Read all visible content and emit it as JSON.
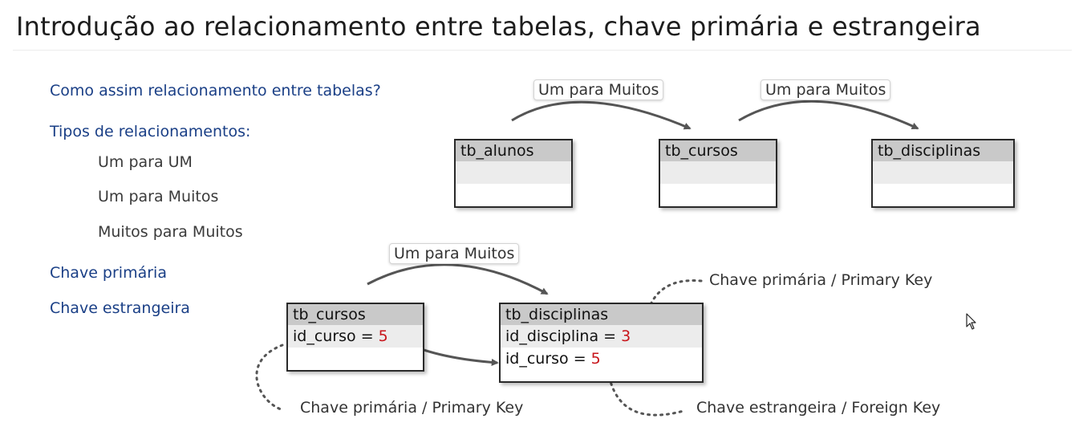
{
  "title": "Introdução ao relacionamento entre tabelas, chave primária e estrangeira",
  "topics": {
    "how_relationship": "Como assim relacionamento entre tabelas?",
    "types_heading": "Tipos de relacionamentos:",
    "types": [
      "Um para UM",
      "Um para Muitos",
      "Muitos para Muitos"
    ],
    "primary_key": "Chave primária",
    "foreign_key": "Chave estrangeira"
  },
  "diagram_top": {
    "tables": [
      {
        "name": "tb_alunos"
      },
      {
        "name": "tb_cursos"
      },
      {
        "name": "tb_disciplinas"
      }
    ],
    "relations": [
      {
        "label": "Um para Muitos",
        "from": "tb_alunos",
        "to": "tb_cursos"
      },
      {
        "label": "Um para Muitos",
        "from": "tb_cursos",
        "to": "tb_disciplinas"
      }
    ]
  },
  "diagram_bottom": {
    "relation_label": "Um para Muitos",
    "cursos": {
      "name": "tb_cursos",
      "field": "id_curso = ",
      "value": "5"
    },
    "disciplinas": {
      "name": "tb_disciplinas",
      "field1": "id_disciplina = ",
      "value1": "3",
      "field2": "id_curso = ",
      "value2": "5"
    },
    "annotations": {
      "pk_cursos": "Chave primária / Primary Key",
      "pk_disciplinas": "Chave primária / Primary Key",
      "fk_disciplinas": "Chave estrangeira / Foreign Key"
    }
  },
  "colors": {
    "topic_heading": "#1a3f86",
    "value_highlight": "#c8151b",
    "table_header": "#c9c9c9",
    "table_row": "#ececec",
    "connector": "#555555"
  },
  "icons": {
    "cursor": "mouse-pointer-icon"
  }
}
